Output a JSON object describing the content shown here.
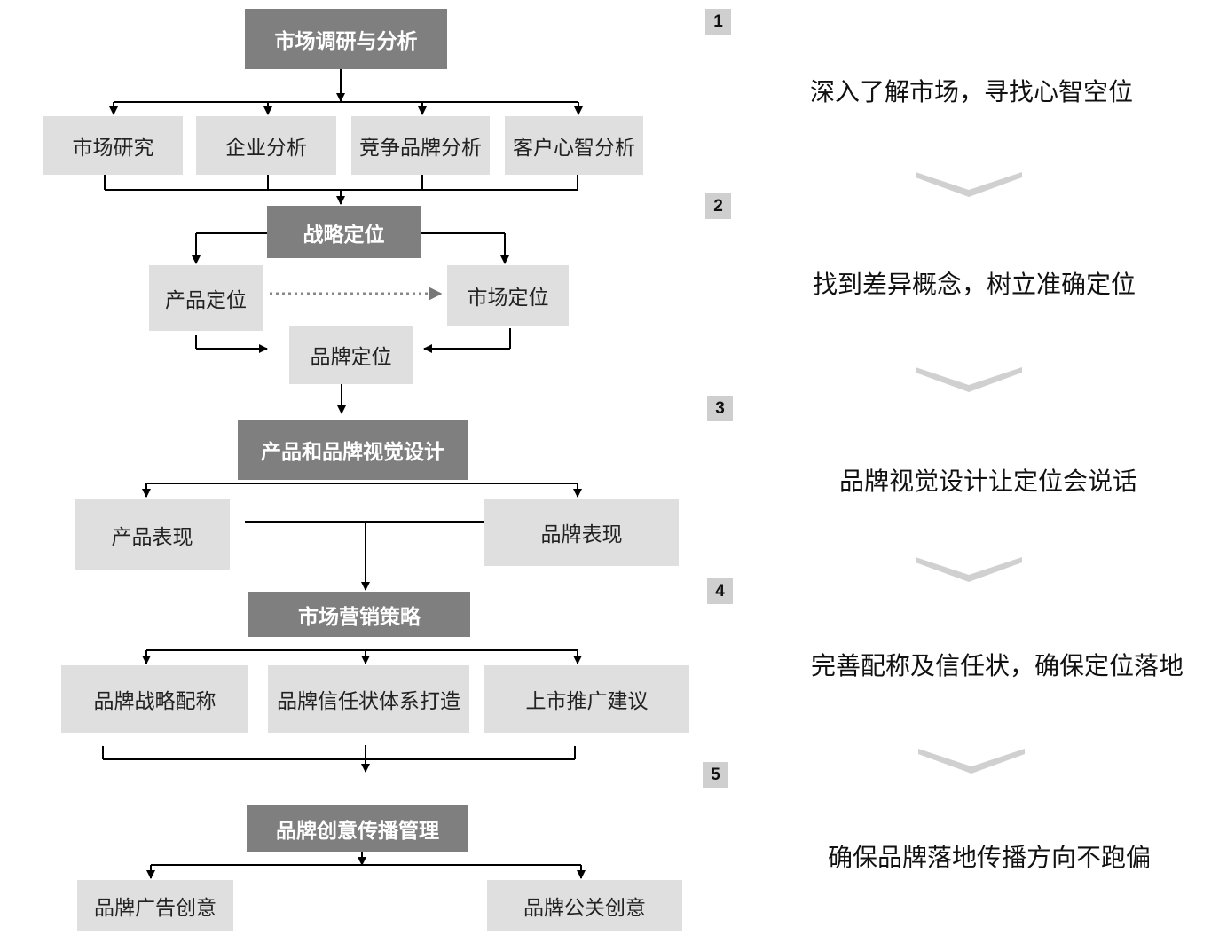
{
  "colors": {
    "dark_box": "#7f7f7f",
    "light_box": "#dfdfdf",
    "line": "#000000",
    "chevron": "#d0d0d0"
  },
  "stages": [
    {
      "number": "1",
      "title": "市场调研与分析",
      "description": "深入了解市场，寻找心智空位",
      "items": [
        "市场研究",
        "企业分析",
        "竞争品牌分析",
        "客户心智分析"
      ]
    },
    {
      "number": "2",
      "title": "战略定位",
      "description": "找到差异概念，树立准确定位",
      "items": [
        "产品定位",
        "市场定位",
        "品牌定位"
      ]
    },
    {
      "number": "3",
      "title": "产品和品牌视觉设计",
      "description": "品牌视觉设计让定位会说话",
      "items": [
        "产品表现",
        "品牌表现"
      ]
    },
    {
      "number": "4",
      "title": "市场营销策略",
      "description": "完善配称及信任状，确保定位落地",
      "items": [
        "品牌战略配称",
        "品牌信任状体系打造",
        "上市推广建议"
      ]
    },
    {
      "number": "5",
      "title": "品牌创意传播管理",
      "description": "确保品牌落地传播方向不跑偏",
      "items": [
        "品牌广告创意",
        "品牌公关创意"
      ]
    }
  ]
}
